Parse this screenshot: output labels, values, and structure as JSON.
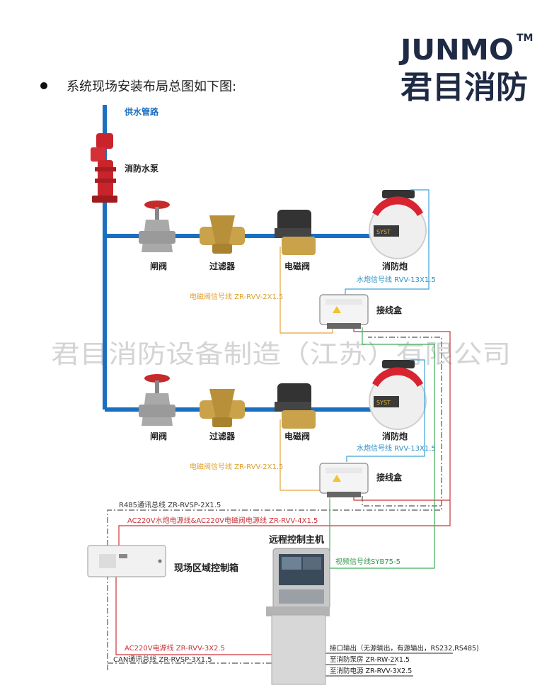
{
  "brand": {
    "latin": "JUNMO",
    "tm": "TM",
    "cn": "君目消防",
    "color": "#1f2a44"
  },
  "intro_text": "系统现场安装布局总图如下图:",
  "watermark": "君目消防设备制造（江苏）有限公司",
  "colors": {
    "pipe": "#1b6fc0",
    "cable_red": "#c9343a",
    "cable_orange": "#e6a43a",
    "cable_blue": "#3aa2d6",
    "cable_green": "#3fae5b",
    "cable_dash": "#555555"
  },
  "labels": {
    "supply_pipe": "供水管路",
    "pump": "消防水泵",
    "gate_valve": "闸阀",
    "filter": "过滤器",
    "solenoid_valve": "电磁阀",
    "cannon": "消防炮",
    "junction_box": "接线盒",
    "control_box": "现场区域控制箱",
    "host": "远程控制主机"
  },
  "cables": {
    "solenoid_signal": "电磁阀信号线 ZR-RVV-2X1.5",
    "cannon_signal": "水炮信号线 RVV-13X1.5",
    "rs485": "R485通讯总线 ZR-RVSP-2X1.5",
    "ac220_power": "AC220V水炮电源线&AC220V电磁阀电源线 ZR-RVV-4X1.5",
    "video": "视频信号线SYB75-5",
    "ac220_box": "AC220V电源线 ZR-RVV-3X2.5",
    "can_bus": "CAN通讯总线 ZR-RVSP-3X1.5",
    "interface_out": "接口输出（无源输出，有源输出，RS232,RS485)",
    "to_pump_room": "至消防泵房 ZR-RW-2X1.5",
    "to_fire_power": "至消防电源 ZR-RVV-3X2.5"
  }
}
